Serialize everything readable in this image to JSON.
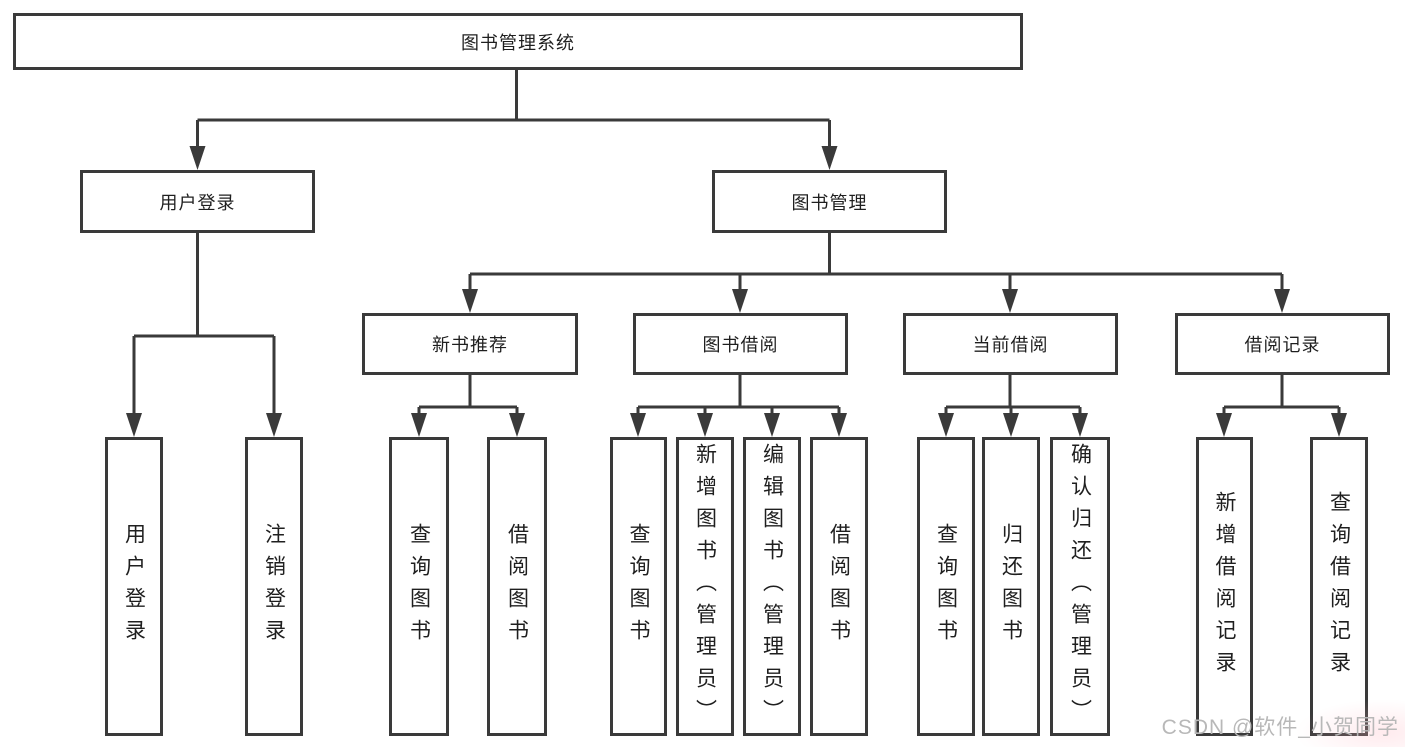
{
  "diagram_type": "hierarchy-tree",
  "colors": {
    "line": "#3a3a3a",
    "box_border": "#3a3a3a",
    "box_fill": "#ffffff",
    "text": "#1f1f1f",
    "watermark": "#b8b8b8",
    "background": "#ffffff"
  },
  "tree": {
    "root": {
      "label": "图书管理系统",
      "children": [
        {
          "label": "用户登录",
          "children": [
            {
              "label": "用户登录"
            },
            {
              "label": "注销登录"
            }
          ]
        },
        {
          "label": "图书管理",
          "children": [
            {
              "label": "新书推荐",
              "children": [
                {
                  "label": "查询图书"
                },
                {
                  "label": "借阅图书"
                }
              ]
            },
            {
              "label": "图书借阅",
              "children": [
                {
                  "label": "查询图书"
                },
                {
                  "label": "新增图书（管理员）"
                },
                {
                  "label": "编辑图书（管理员）"
                },
                {
                  "label": "借阅图书"
                }
              ]
            },
            {
              "label": "当前借阅",
              "children": [
                {
                  "label": "查询图书"
                },
                {
                  "label": "归还图书"
                },
                {
                  "label": "确认归还（管理员）"
                }
              ]
            },
            {
              "label": "借阅记录",
              "children": [
                {
                  "label": "新增借阅记录"
                },
                {
                  "label": "查询借阅记录"
                }
              ]
            }
          ]
        }
      ]
    }
  },
  "watermark": {
    "text": "CSDN @软件_小贺同学"
  }
}
